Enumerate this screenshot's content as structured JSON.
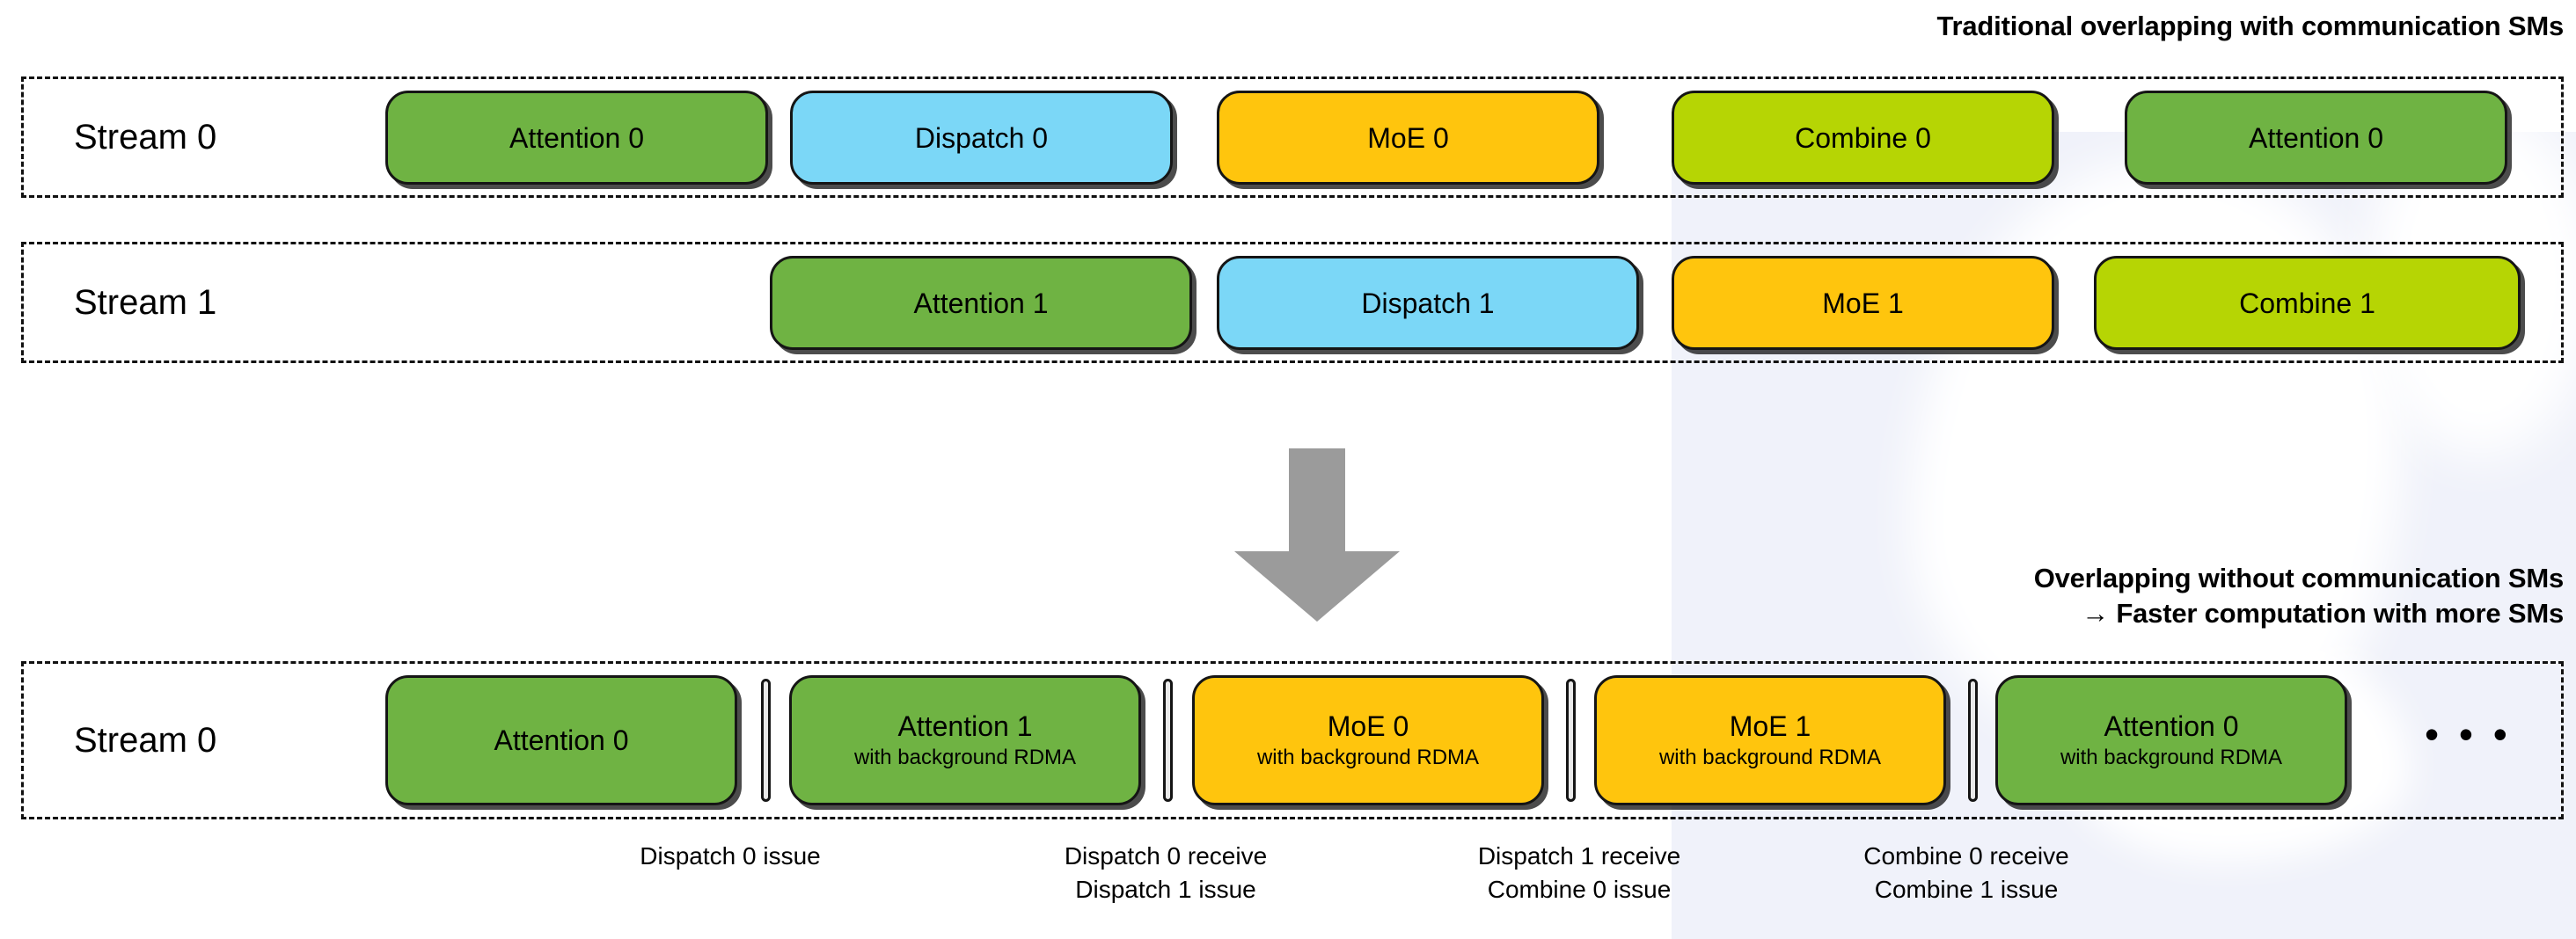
{
  "headings": {
    "top": "Traditional overlapping with communication SMs",
    "bottom": "Overlapping without communication SMs\n→ Faster computation with more SMs"
  },
  "colors": {
    "attention": "#6FB343",
    "dispatch": "#7BD7F7",
    "moe": "#FFC50D",
    "combine": "#B6D504",
    "arrow": "#9B9B9B",
    "separator": "#E9E9E9",
    "outline": "#151515",
    "watermark": "#F0F2FA"
  },
  "traditional": {
    "stream0": {
      "label": "Stream 0",
      "tasks": [
        {
          "title": "Attention 0",
          "sub": "",
          "kind": "attention"
        },
        {
          "title": "Dispatch 0",
          "sub": "",
          "kind": "dispatch"
        },
        {
          "title": "MoE 0",
          "sub": "",
          "kind": "moe"
        },
        {
          "title": "Combine 0",
          "sub": "",
          "kind": "combine"
        },
        {
          "title": "Attention 0",
          "sub": "",
          "kind": "attention"
        }
      ]
    },
    "stream1": {
      "label": "Stream 1",
      "tasks": [
        {
          "title": "Attention 1",
          "sub": "",
          "kind": "attention"
        },
        {
          "title": "Dispatch 1",
          "sub": "",
          "kind": "dispatch"
        },
        {
          "title": "MoE 1",
          "sub": "",
          "kind": "moe"
        },
        {
          "title": "Combine 1",
          "sub": "",
          "kind": "combine"
        }
      ]
    }
  },
  "optimized": {
    "stream0": {
      "label": "Stream 0",
      "more_indicator": "• • •",
      "tasks": [
        {
          "title": "Attention 0",
          "sub": "",
          "kind": "attention"
        },
        {
          "title": "Attention 1",
          "sub": "with background RDMA",
          "kind": "attention"
        },
        {
          "title": "MoE 0",
          "sub": "with background RDMA",
          "kind": "moe"
        },
        {
          "title": "MoE 1",
          "sub": "with background RDMA",
          "kind": "moe"
        },
        {
          "title": "Attention 0",
          "sub": "with background RDMA",
          "kind": "attention"
        }
      ]
    },
    "captions": [
      {
        "text": "Dispatch 0 issue"
      },
      {
        "text": "Dispatch 0 receive\nDispatch 1 issue"
      },
      {
        "text": "Dispatch 1 receive\nCombine 0 issue"
      },
      {
        "text": "Combine 0 receive\nCombine 1 issue"
      }
    ]
  }
}
